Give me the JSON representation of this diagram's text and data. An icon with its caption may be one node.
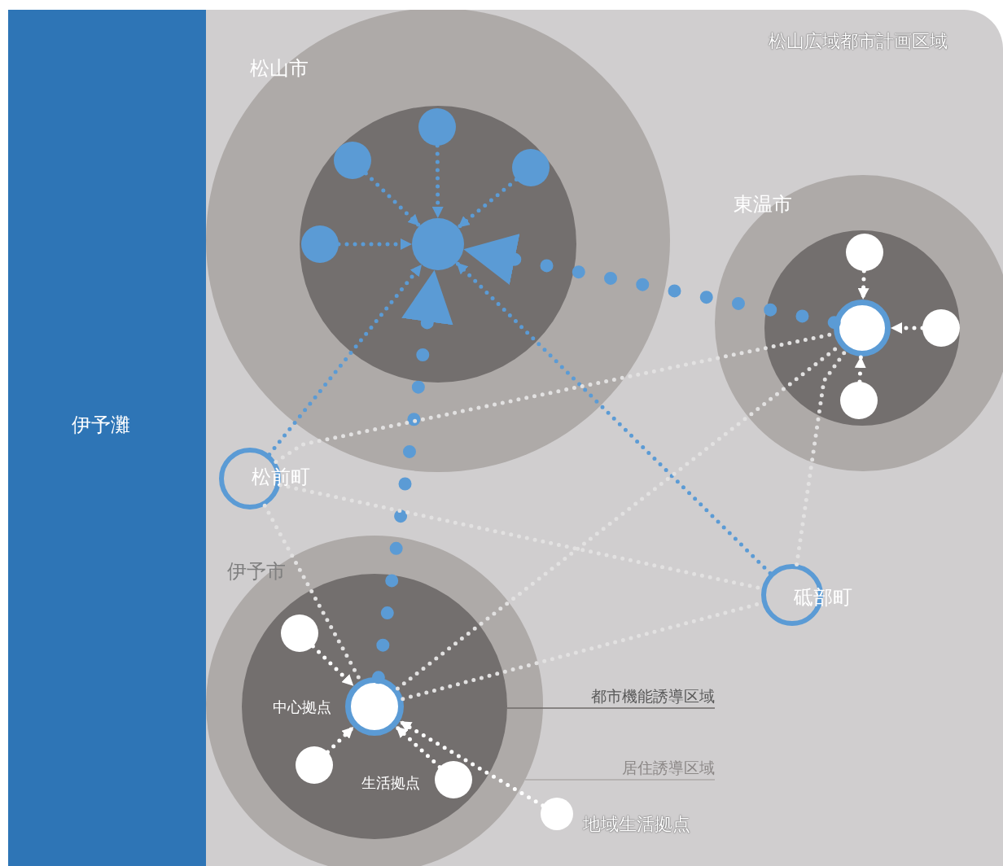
{
  "diagram": {
    "nodes": [
      {
        "text": [
          "伊予灘"
        ]
      },
      {
        "text": [
          "松山広域都市計画区域"
        ]
      },
      {
        "text": [
          "松山市"
        ],
        "in": 1
      },
      {
        "text": [],
        "shape": "circle",
        "in": 2
      },
      {
        "text": [],
        "shape": "circle",
        "in": 3
      },
      {
        "text": [],
        "shape": "circle",
        "in": 3
      },
      {
        "text": [],
        "shape": "circle",
        "in": 3
      },
      {
        "text": [],
        "shape": "circle",
        "in": 3
      },
      {
        "text": [],
        "shape": "circle",
        "in": 3
      },
      {
        "text": [
          "東温市"
        ],
        "in": 1
      },
      {
        "text": [],
        "shape": "circle",
        "in": 9
      },
      {
        "text": [],
        "shape": "circle",
        "in": 10
      },
      {
        "text": [],
        "shape": "circle",
        "in": 10
      },
      {
        "text": [],
        "shape": "circle",
        "in": 10
      },
      {
        "text": [],
        "shape": "circle",
        "in": 10
      },
      {
        "text": [
          "松前町"
        ],
        "in": 1
      },
      {
        "text": [
          "伊予市"
        ],
        "in": 1
      },
      {
        "text": [],
        "shape": "circle",
        "in": 16
      },
      {
        "text": [],
        "shape": "circle",
        "beside": [
          "中心拠点"
        ],
        "in": 17
      },
      {
        "text": [],
        "shape": "circle",
        "in": 17
      },
      {
        "text": [],
        "shape": "circle",
        "in": 17
      },
      {
        "text": [],
        "shape": "circle",
        "beside": [
          "生活拠点"
        ],
        "in": 17
      },
      {
        "text": [],
        "shape": "circle",
        "beside": [
          "地域生活拠点"
        ],
        "in": 1
      },
      {
        "text": [
          "砥部町"
        ],
        "in": 1
      },
      {
        "text": [
          "都市機能誘導区域"
        ],
        "in": 1
      },
      {
        "text": [
          "居住誘導区域"
        ],
        "in": 1
      }
    ],
    "edges": [
      {
        "from": 5,
        "to": 4,
        "arrow": "to",
        "style": "dashed"
      },
      {
        "from": 6,
        "to": 4,
        "arrow": "to",
        "style": "dashed"
      },
      {
        "from": 7,
        "to": 4,
        "arrow": "to",
        "style": "dashed"
      },
      {
        "from": 8,
        "to": 4,
        "arrow": "to",
        "style": "dashed"
      },
      {
        "from": 11,
        "to": 4,
        "arrow": "to",
        "style": "dashed"
      },
      {
        "from": 18,
        "to": 4,
        "arrow": "to",
        "style": "dashed"
      },
      {
        "from": 15,
        "to": 4,
        "arrow": "to",
        "style": "dashed"
      },
      {
        "from": 23,
        "to": 4,
        "arrow": "to",
        "style": "dashed"
      },
      {
        "from": 12,
        "to": 11,
        "arrow": "to",
        "style": "dashed",
        "color": "#ffffff"
      },
      {
        "from": 13,
        "to": 11,
        "arrow": "to",
        "style": "dashed",
        "color": "#ffffff"
      },
      {
        "from": 14,
        "to": 11,
        "arrow": "to",
        "style": "dashed",
        "color": "#ffffff"
      },
      {
        "from": 19,
        "to": 18,
        "arrow": "to",
        "style": "dashed",
        "color": "#ffffff"
      },
      {
        "from": 20,
        "to": 18,
        "arrow": "to",
        "style": "dashed",
        "color": "#ffffff"
      },
      {
        "from": 21,
        "to": 18,
        "arrow": "to",
        "style": "dashed",
        "color": "#ffffff"
      },
      {
        "from": 22,
        "to": 18,
        "arrow": "to",
        "style": "dashed",
        "color": "#ffffff"
      },
      {
        "from": 15,
        "to": 11,
        "arrow": "none",
        "style": "dashed",
        "color": "#e2e1e1"
      },
      {
        "from": 15,
        "to": 23,
        "arrow": "none",
        "style": "dashed",
        "color": "#e2e1e1"
      },
      {
        "from": 15,
        "to": 18,
        "arrow": "none",
        "style": "dashed",
        "color": "#e2e1e1"
      },
      {
        "from": 18,
        "to": 11,
        "arrow": "none",
        "style": "dashed",
        "color": "#e2e1e1"
      },
      {
        "from": 18,
        "to": 23,
        "arrow": "none",
        "style": "dashed",
        "color": "#e2e1e1"
      },
      {
        "from": 23,
        "to": 11,
        "arrow": "none",
        "style": "dashed",
        "color": "#e2e1e1"
      },
      {
        "from": 24,
        "to": 17,
        "arrow": "none",
        "color": "#6f6b6a"
      },
      {
        "from": 25,
        "to": 16,
        "arrow": "none",
        "color": "#aeaaa8"
      }
    ]
  }
}
